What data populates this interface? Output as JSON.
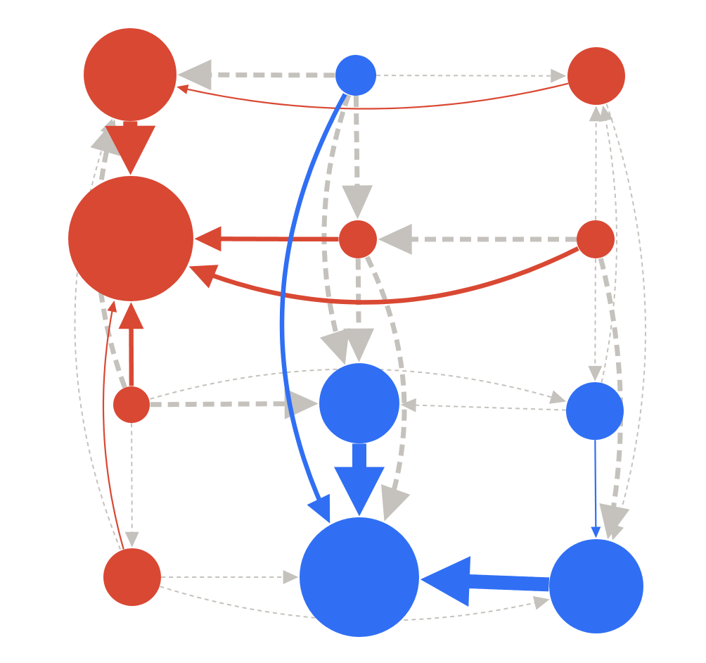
{
  "colors": {
    "red": "#D94833",
    "blue": "#306FF4",
    "gray": "#C5C2BD",
    "background": "#FFFFFF"
  },
  "nodes": [
    {
      "id": "r_tl",
      "color": "red",
      "size": "large"
    },
    {
      "id": "r_big",
      "color": "red",
      "size": "xlarge"
    },
    {
      "id": "r_mid_left",
      "color": "red",
      "size": "small"
    },
    {
      "id": "r_bot_left",
      "color": "red",
      "size": "medium"
    },
    {
      "id": "b_top",
      "color": "blue",
      "size": "small"
    },
    {
      "id": "r_center",
      "color": "red",
      "size": "small"
    },
    {
      "id": "b_center",
      "color": "blue",
      "size": "large"
    },
    {
      "id": "b_big",
      "color": "blue",
      "size": "xlarge"
    },
    {
      "id": "r_tr",
      "color": "red",
      "size": "medium"
    },
    {
      "id": "r_right",
      "color": "red",
      "size": "small"
    },
    {
      "id": "b_right",
      "color": "blue",
      "size": "medium"
    },
    {
      "id": "b_br",
      "color": "blue",
      "size": "large"
    }
  ],
  "edges": [
    {
      "from": "r_tr",
      "to": "r_tl",
      "color": "red",
      "style": "solid",
      "weight": "thin"
    },
    {
      "from": "r_tl",
      "to": "r_big",
      "color": "red",
      "style": "solid",
      "weight": "heavy"
    },
    {
      "from": "r_center",
      "to": "r_big",
      "color": "red",
      "style": "solid",
      "weight": "medium"
    },
    {
      "from": "r_right",
      "to": "r_big",
      "color": "red",
      "style": "solid",
      "weight": "medium"
    },
    {
      "from": "r_mid_left",
      "to": "r_big",
      "color": "red",
      "style": "solid",
      "weight": "medium"
    },
    {
      "from": "r_bot_left",
      "to": "r_big",
      "color": "red",
      "style": "solid",
      "weight": "thin"
    },
    {
      "from": "b_top",
      "to": "b_big",
      "color": "blue",
      "style": "solid",
      "weight": "medium"
    },
    {
      "from": "b_center",
      "to": "b_big",
      "color": "blue",
      "style": "solid",
      "weight": "heavy"
    },
    {
      "from": "b_br",
      "to": "b_big",
      "color": "blue",
      "style": "solid",
      "weight": "heavy"
    },
    {
      "from": "b_right",
      "to": "b_br",
      "color": "blue",
      "style": "solid",
      "weight": "thin"
    },
    {
      "from": "b_top",
      "to": "r_tl",
      "color": "gray",
      "style": "dashed",
      "weight": "medium"
    },
    {
      "from": "b_top",
      "to": "r_tr",
      "color": "gray",
      "style": "dashed",
      "weight": "thin"
    },
    {
      "from": "b_top",
      "to": "r_center",
      "color": "gray",
      "style": "dashed",
      "weight": "medium"
    },
    {
      "from": "b_top",
      "to": "b_center",
      "color": "gray",
      "style": "dashed",
      "weight": "medium"
    },
    {
      "from": "r_right",
      "to": "r_center",
      "color": "gray",
      "style": "dashed",
      "weight": "medium"
    },
    {
      "from": "r_center",
      "to": "b_center",
      "color": "gray",
      "style": "dashed",
      "weight": "medium"
    },
    {
      "from": "r_center",
      "to": "b_big",
      "color": "gray",
      "style": "dashed",
      "weight": "medium"
    },
    {
      "from": "r_right",
      "to": "r_tr",
      "color": "gray",
      "style": "dashed",
      "weight": "thin"
    },
    {
      "from": "r_right",
      "to": "b_right",
      "color": "gray",
      "style": "dashed",
      "weight": "thin"
    },
    {
      "from": "r_right",
      "to": "b_br",
      "color": "gray",
      "style": "dashed",
      "weight": "medium"
    },
    {
      "from": "b_right",
      "to": "r_tr",
      "color": "gray",
      "style": "dashed",
      "weight": "thin"
    },
    {
      "from": "b_right",
      "to": "b_center",
      "color": "gray",
      "style": "dashed",
      "weight": "thin"
    },
    {
      "from": "r_tr",
      "to": "b_br",
      "color": "gray",
      "style": "dashed",
      "weight": "thin"
    },
    {
      "from": "r_mid_left",
      "to": "b_center",
      "color": "gray",
      "style": "dashed",
      "weight": "medium"
    },
    {
      "from": "r_mid_left",
      "to": "r_tl",
      "color": "gray",
      "style": "dashed",
      "weight": "medium"
    },
    {
      "from": "r_mid_left",
      "to": "b_right",
      "color": "gray",
      "style": "dashed",
      "weight": "thin"
    },
    {
      "from": "r_mid_left",
      "to": "r_bot_left",
      "color": "gray",
      "style": "dashed",
      "weight": "thin"
    },
    {
      "from": "r_bot_left",
      "to": "r_tl",
      "color": "gray",
      "style": "dashed",
      "weight": "thin"
    },
    {
      "from": "r_bot_left",
      "to": "b_big",
      "color": "gray",
      "style": "dashed",
      "weight": "thin"
    },
    {
      "from": "r_bot_left",
      "to": "b_br",
      "color": "gray",
      "style": "dashed",
      "weight": "thin"
    }
  ]
}
